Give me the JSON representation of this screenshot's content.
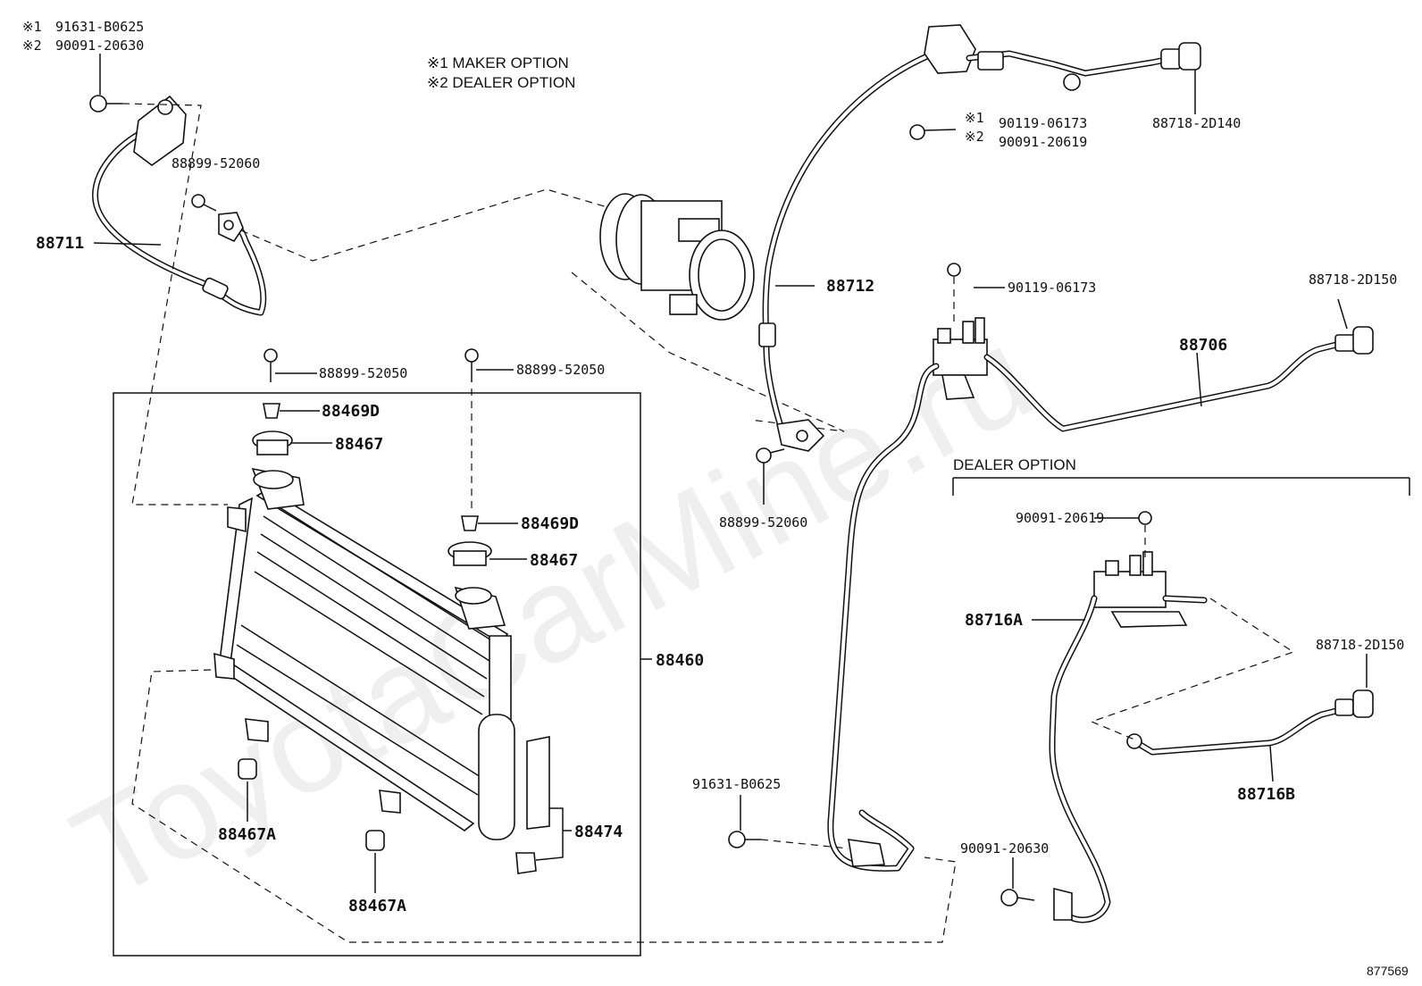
{
  "watermark": "ToyotaCarMine.ru",
  "figure_id": "877569",
  "notes": {
    "maker_option": "※1 MAKER OPTION",
    "dealer_option": "※2 DEALER OPTION",
    "dealer_option_section": "DEALER OPTION"
  },
  "labels": {
    "l_top_left_1_mark": "※1",
    "l_top_left_1": "91631-B0625",
    "l_top_left_2_mark": "※2",
    "l_top_left_2": "90091-20630",
    "l_88899_52060_a": "88899-52060",
    "l_88711": "88711",
    "l_88899_52050_a": "88899-52050",
    "l_88899_52050_b": "88899-52050",
    "l_88469D_a": "88469D",
    "l_88467_a": "88467",
    "l_88469D_b": "88469D",
    "l_88467_b": "88467",
    "l_88460": "88460",
    "l_88467A_a": "88467A",
    "l_88467A_b": "88467A",
    "l_88474": "88474",
    "l_90119_06173_mark1": "※1",
    "l_90119_06173_a": "90119-06173",
    "l_90091_20619_mark2": "※2",
    "l_90091_20619_a": "90091-20619",
    "l_88718_2D140": "88718-2D140",
    "l_88712": "88712",
    "l_90119_06173_b": "90119-06173",
    "l_88718_2D150_a": "88718-2D150",
    "l_88706": "88706",
    "l_88899_52060_b": "88899-52060",
    "l_90091_20619_b": "90091-20619",
    "l_88716A": "88716A",
    "l_88718_2D150_b": "88718-2D150",
    "l_88716B": "88716B",
    "l_91631_B0625_b": "91631-B0625",
    "l_90091_20630_b": "90091-20630"
  }
}
